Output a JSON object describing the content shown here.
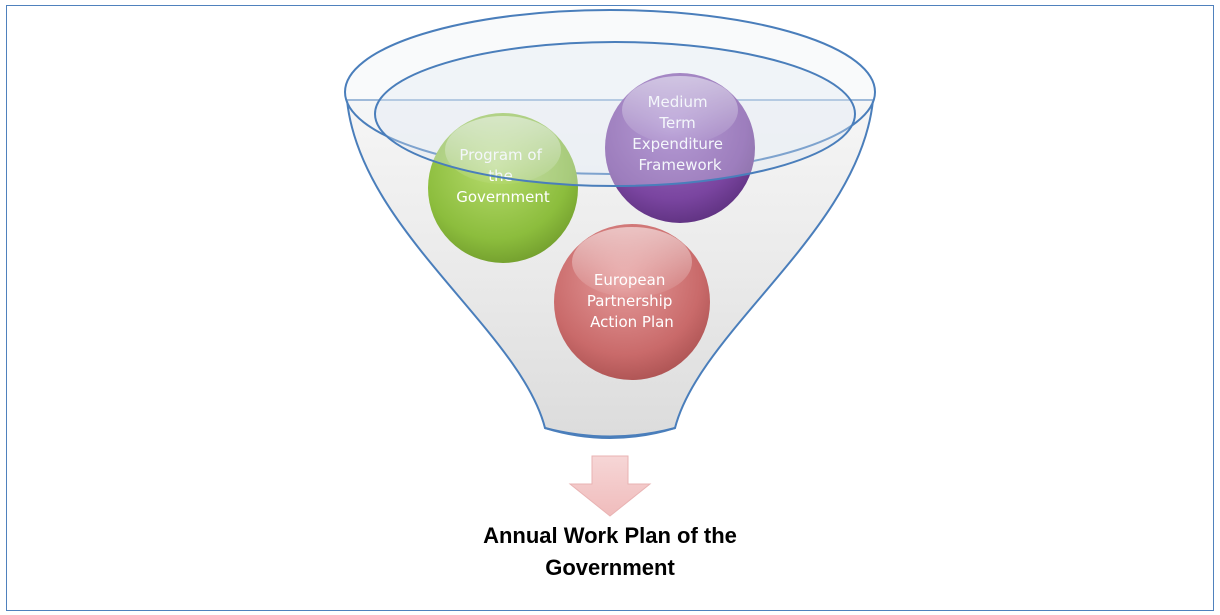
{
  "diagram": {
    "inputs": [
      {
        "label_lines": [
          "Program of",
          "the",
          "Government"
        ],
        "color": "#8cbd3d"
      },
      {
        "label_lines": [
          "Medium",
          "Term",
          "Expenditure",
          "Framework"
        ],
        "color": "#7a45a0"
      },
      {
        "label_lines": [
          "European",
          "Partnership",
          "Action Plan"
        ],
        "color": "#c96a6a"
      }
    ],
    "output_lines": [
      "Annual Work Plan of the",
      "Government"
    ],
    "colors": {
      "frame_border": "#4f81bd",
      "funnel_outline": "#4a7ebb",
      "arrow": "#f4c9c9"
    }
  }
}
